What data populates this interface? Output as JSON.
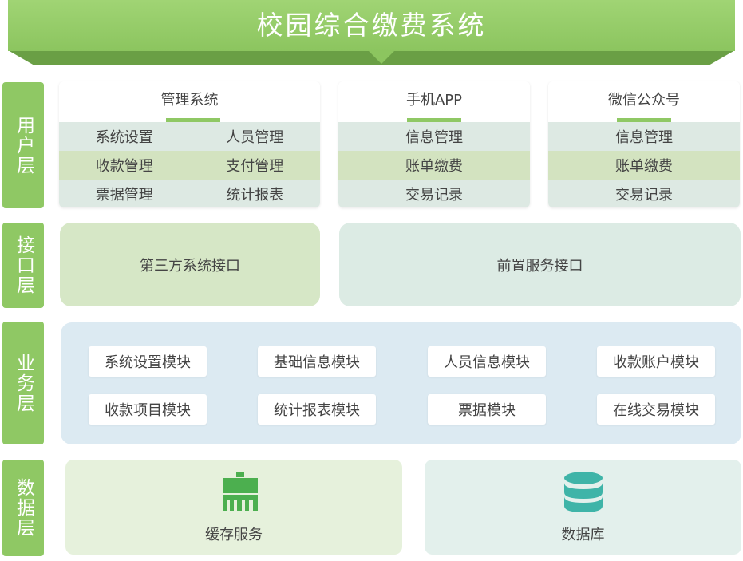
{
  "title": "校园综合缴费系统",
  "colors": {
    "green": "#8fc864",
    "green_dark": "#6aa446",
    "teal": "#3fb4a8",
    "blue_panel": "#dceaf2",
    "data_panel_green": "#e6f1dc",
    "data_panel_teal": "#e3f0ec"
  },
  "layers": {
    "user": "用户层",
    "interface": "接口层",
    "business": "业务层",
    "data": "数据层"
  },
  "user_layer": {
    "management": {
      "title": "管理系统",
      "rows": [
        [
          "系统设置",
          "人员管理"
        ],
        [
          "收款管理",
          "支付管理"
        ],
        [
          "票据管理",
          "统计报表"
        ]
      ]
    },
    "mobile_app": {
      "title": "手机APP",
      "rows": [
        "信息管理",
        "账单缴费",
        "交易记录"
      ]
    },
    "wechat": {
      "title": "微信公众号",
      "rows": [
        "信息管理",
        "账单缴费",
        "交易记录"
      ]
    }
  },
  "interface_layer": {
    "third_party": "第三方系统接口",
    "front_service": "前置服务接口"
  },
  "business_layer": {
    "modules": [
      "系统设置模块",
      "基础信息模块",
      "人员信息模块",
      "收款账户模块",
      "收款项目模块",
      "统计报表模块",
      "票据模块",
      "在线交易模块"
    ]
  },
  "data_layer": {
    "cache": {
      "label": "缓存服务",
      "icon": "cache-server-icon"
    },
    "database": {
      "label": "数据库",
      "icon": "database-icon"
    }
  }
}
